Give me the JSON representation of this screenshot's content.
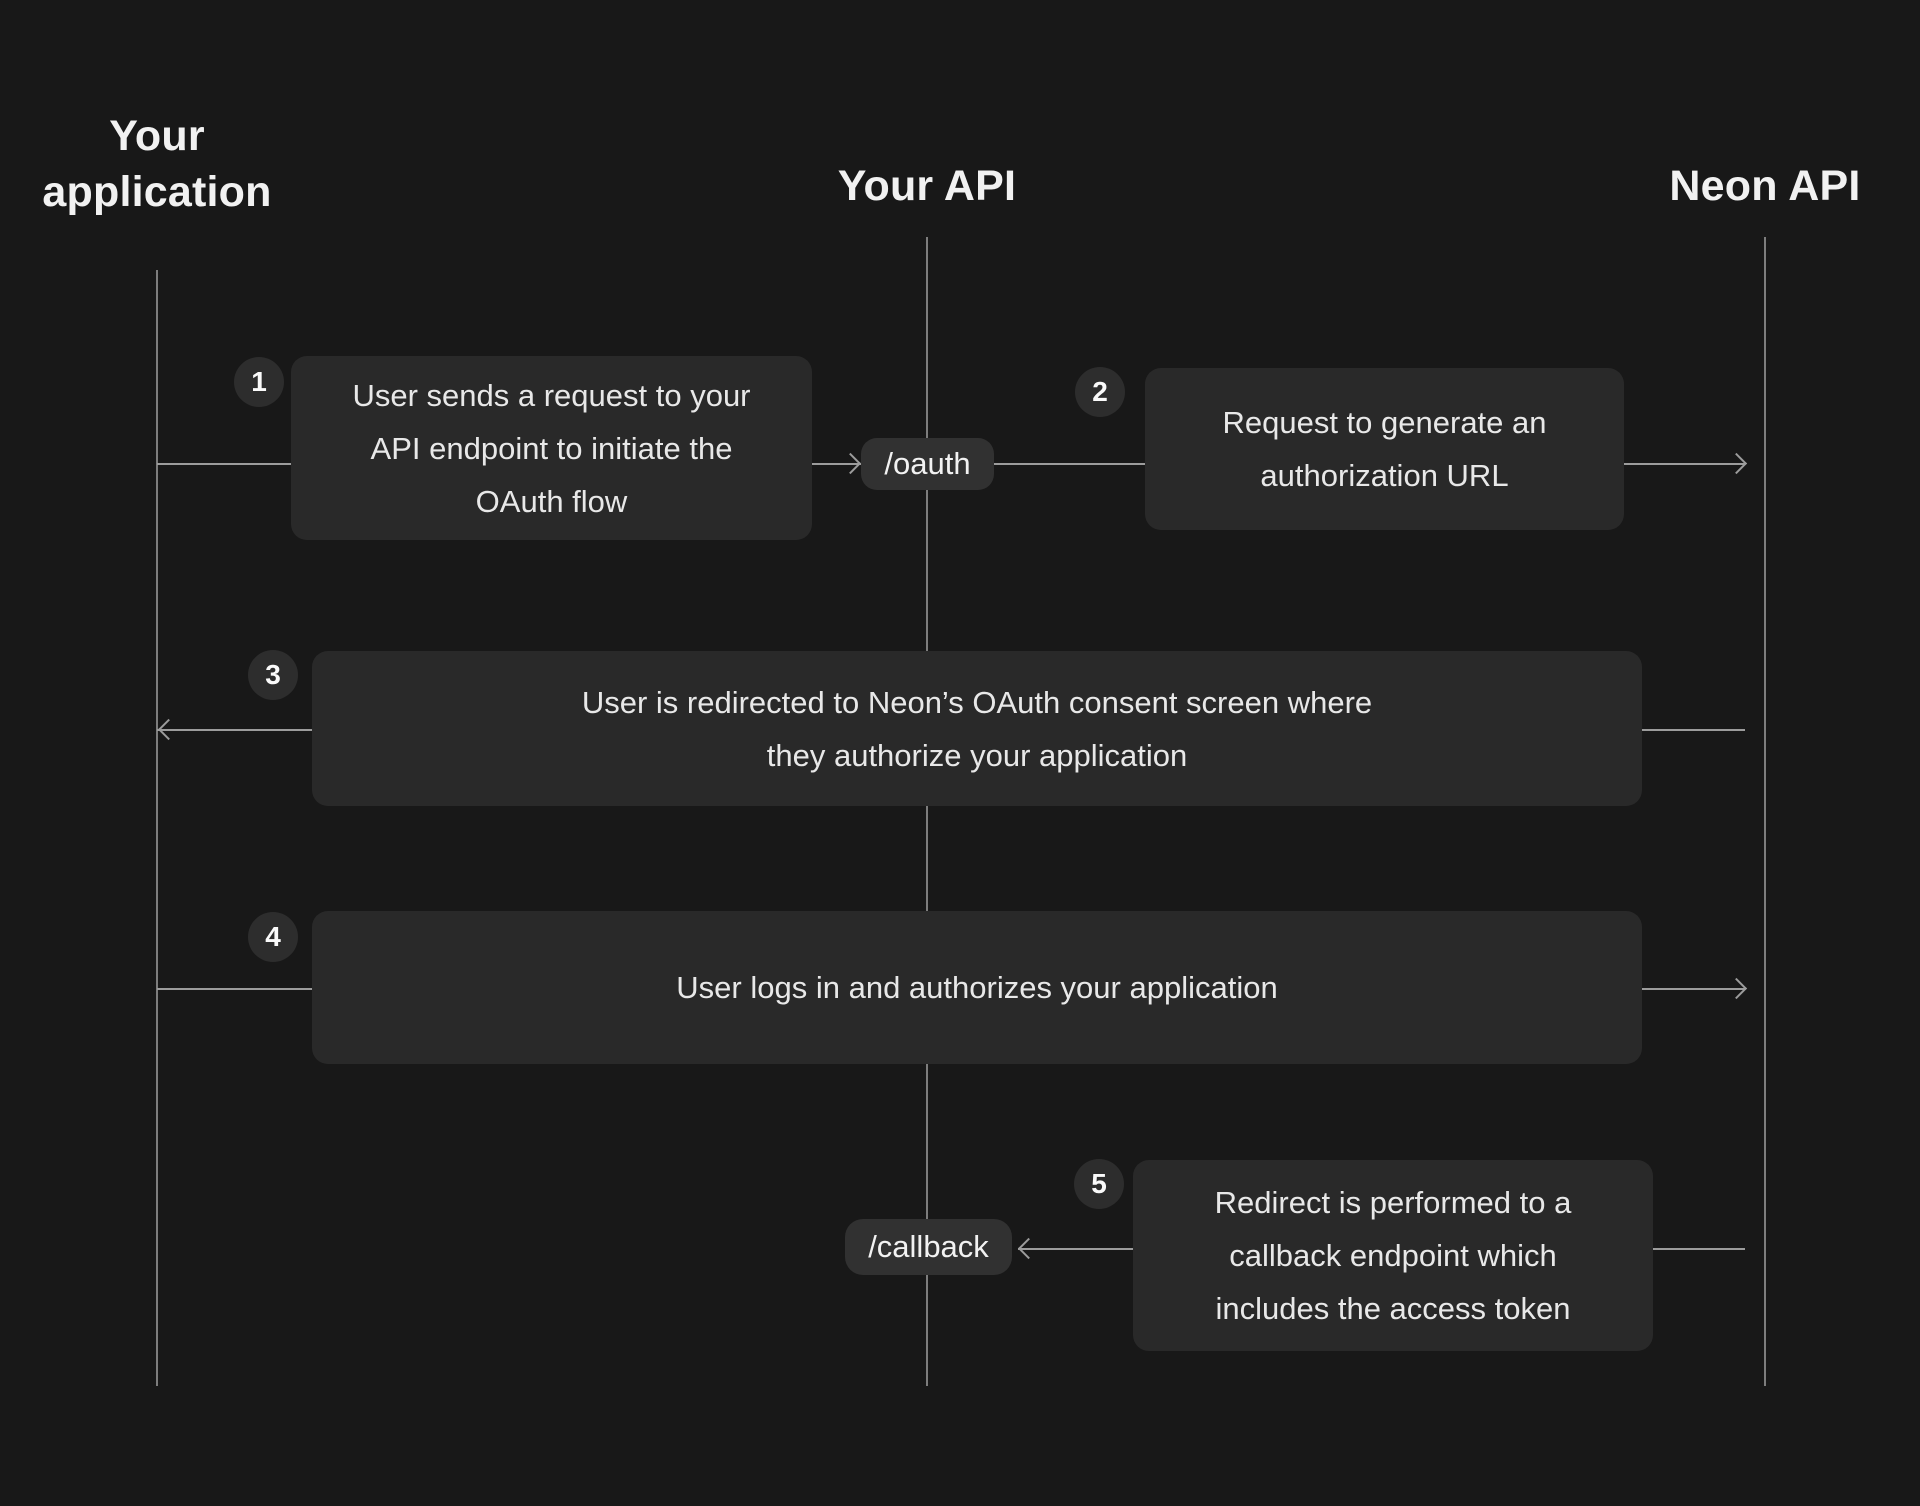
{
  "diagram": {
    "lanes": {
      "app": {
        "title": "Your\napplication"
      },
      "api": {
        "title": "Your API"
      },
      "neon": {
        "title": "Neon API"
      }
    },
    "steps": [
      {
        "num": "1",
        "text": "User sends a request to your\nAPI endpoint to initiate the\nOAuth flow"
      },
      {
        "num": "2",
        "text": "Request to generate an\nauthorization URL"
      },
      {
        "num": "3",
        "text": "User is redirected to Neon’s OAuth consent screen where\nthey authorize your application"
      },
      {
        "num": "4",
        "text": "User logs in and authorizes your application"
      },
      {
        "num": "5",
        "text": "Redirect is performed to a\ncallback endpoint which\nincludes the access token"
      }
    ],
    "endpoints": {
      "oauth": "/oauth",
      "callback": "/callback"
    },
    "colors": {
      "background": "#181818",
      "card": "#292929",
      "pill": "#313131",
      "badge": "#2d2d2d",
      "arrow_line": "#9c9c9c",
      "lifeline": "#7d7d7d",
      "body_text": "#e8e8e8",
      "heading_text": "#f1f1f1"
    }
  }
}
